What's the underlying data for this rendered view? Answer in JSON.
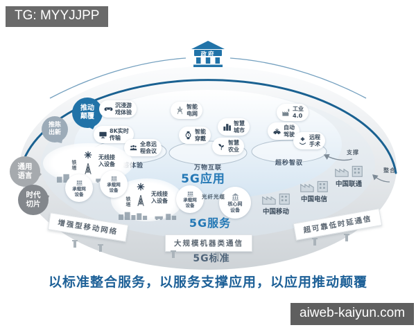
{
  "overlays": {
    "top_left_badge": "TG: MYYJJPP",
    "bottom_right_watermark": "aiweb-kaiyun.com"
  },
  "government": {
    "label": "政府",
    "icon": "government-building-icon"
  },
  "side_bubbles": [
    {
      "label": "推动\n颠覆",
      "color": "#2173a8"
    },
    {
      "label": "推陈\n出新",
      "color": "#9cabb8"
    },
    {
      "label": "通用\n语言",
      "color": "#a6aaae"
    },
    {
      "label": "时代\n切片",
      "color": "#83878c"
    }
  ],
  "app_layer": {
    "title": "5G应用",
    "sub_ellipses": [
      "超感体验",
      "万物互联",
      "超秒智驭"
    ],
    "bubbles": [
      {
        "icon": "gamepad-icon",
        "label": "沉浸游\n戏体验"
      },
      {
        "icon": "display-icon",
        "label": "8K实时\n传输"
      },
      {
        "icon": "conference-icon",
        "label": "全息远\n程会议"
      },
      {
        "icon": "power-grid-icon",
        "label": "智能\n电网"
      },
      {
        "icon": "watch-icon",
        "label": "智能\n穿戴"
      },
      {
        "icon": "city-icon",
        "label": "智慧\n城市"
      },
      {
        "icon": "agriculture-icon",
        "label": "智慧\n农业"
      },
      {
        "icon": "factory-icon",
        "label": "工业\n4.0"
      },
      {
        "icon": "car-icon",
        "label": "自动\n驾驶"
      },
      {
        "icon": "surgery-icon",
        "label": "远程\n手术"
      }
    ]
  },
  "service_layer": {
    "title": "5G服务",
    "tower_groups": [
      {
        "tower_label": "铁塔",
        "label": "无线接\n入设备",
        "icon": "signal-tower-icon"
      },
      {
        "tower_label": "铁塔",
        "label": "无线接\n入设备",
        "icon": "signal-tower-icon"
      }
    ],
    "nodes": [
      {
        "icon": "server-rack-icon",
        "label": "承载网\n设备"
      },
      {
        "icon": "server-rack-icon",
        "label": "承载网\n设备"
      },
      {
        "icon": "server-rack-icon",
        "label": "承载网\n设备"
      },
      {
        "icon": "core-network-icon",
        "label": "核心网\n设备"
      }
    ],
    "fiber_label": "光纤光缆",
    "carriers": [
      {
        "icon": "carrier-building-icon",
        "label": "中国移动"
      },
      {
        "icon": "carrier-building-icon",
        "label": "中国电信"
      },
      {
        "icon": "carrier-building-icon",
        "label": "中国联通"
      }
    ]
  },
  "standard_layer": {
    "title": "5G标准",
    "banners": [
      "增强型移动网络",
      "大规模机器类通信",
      "超可靠低时延通信"
    ]
  },
  "flows": [
    {
      "label": "支撑"
    },
    {
      "label": "整合"
    }
  ],
  "slogan": "以标准整合服务，以服务支撑应用，以应用推动颠覆",
  "colors": {
    "accent_blue": "#2478b5",
    "arc_blue": "#1a6191",
    "gov_blue": "#2173a8",
    "slogan_blue": "#1d6097",
    "badge_gray": "#6a6a6a"
  }
}
